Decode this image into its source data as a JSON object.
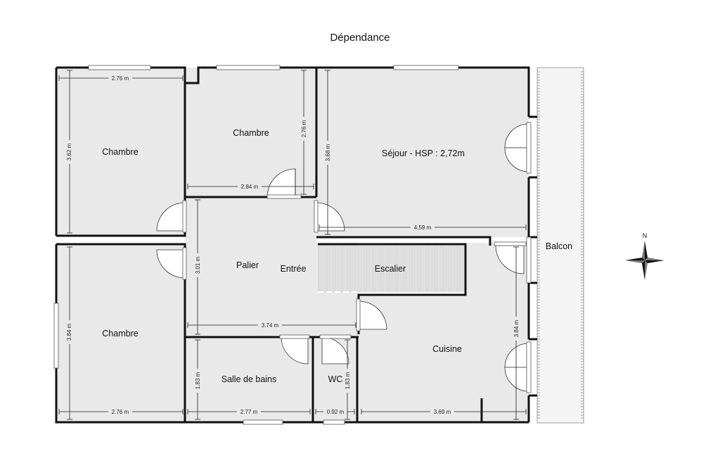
{
  "title": "Dépendance",
  "rooms": {
    "chambre_1": "Chambre",
    "chambre_2": "Chambre",
    "chambre_3": "Chambre",
    "sejour": "Séjour - HSP : 2,72m",
    "palier": "Palier",
    "entree": "Entrée",
    "escalier": "Escalier",
    "balcon": "Balcon",
    "cuisine": "Cuisine",
    "salle_de_bains": "Salle de bains",
    "wc": "WC"
  },
  "dimensions": {
    "chambre_1_width": "2.76 m",
    "chambre_1_height": "3.62 m",
    "chambre_2_width": "2.84 m",
    "chambre_2_height": "2.76 m",
    "sejour_width": "4.59 m",
    "sejour_height": "3.68 m",
    "palier_width": "3.74 m",
    "palier_height": "3.01 m",
    "chambre_3_width": "2.76 m",
    "chambre_3_height": "3.84 m",
    "salle_de_bains_width": "2.77 m",
    "salle_de_bains_height": "1.83 m",
    "wc_width": "0.92 m",
    "wc_height": "1.83 m",
    "cuisine_width": "3.69 m",
    "cuisine_height": "3.84 m"
  },
  "compass": {
    "north_label": "N",
    "icon": "compass-rose-icon"
  },
  "colors": {
    "room_fill": "#e9e9e9",
    "wall": "#111111",
    "stair": "#d5d5d5",
    "background": "#ffffff"
  }
}
